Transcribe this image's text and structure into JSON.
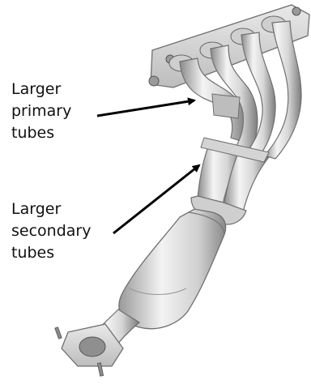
{
  "callouts": {
    "primary": {
      "line1": "Larger",
      "line2": "primary",
      "line3": "tubes"
    },
    "secondary": {
      "line1": "Larger",
      "line2": "secondary",
      "line3": "tubes"
    }
  },
  "image": {
    "subject": "exhaust-manifold-icon",
    "colors": {
      "metal_light": "#f2f2f2",
      "metal_mid": "#c8c8c8",
      "metal_dark": "#8a8a8a",
      "outline": "#6f6f6f",
      "arrow": "#000000"
    }
  }
}
